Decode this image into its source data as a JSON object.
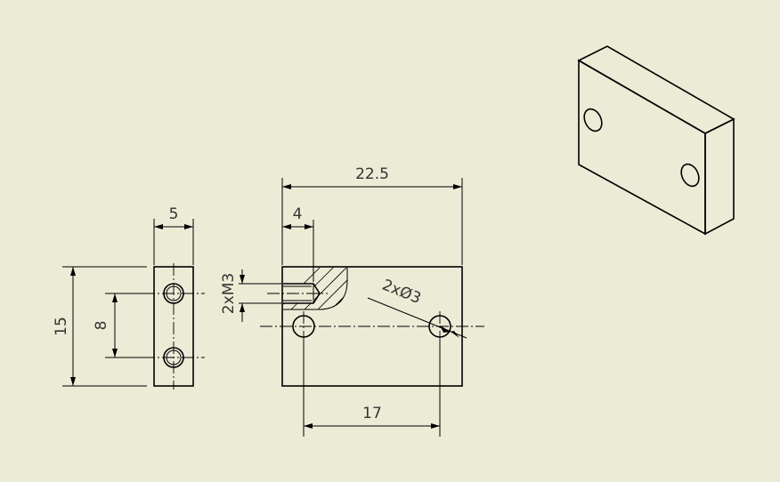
{
  "drawing": {
    "side_view": {
      "width_dim": "5",
      "height_dim": "15",
      "hole_spacing_dim": "8"
    },
    "front_view": {
      "overall_width_dim": "22.5",
      "thread_depth_dim": "4",
      "thread_callout": "2xM3",
      "hole_callout": "2xØ3",
      "hole_spacing_dim": "17"
    }
  },
  "colors": {
    "background": "#ECEBD6",
    "line": "#000000"
  }
}
